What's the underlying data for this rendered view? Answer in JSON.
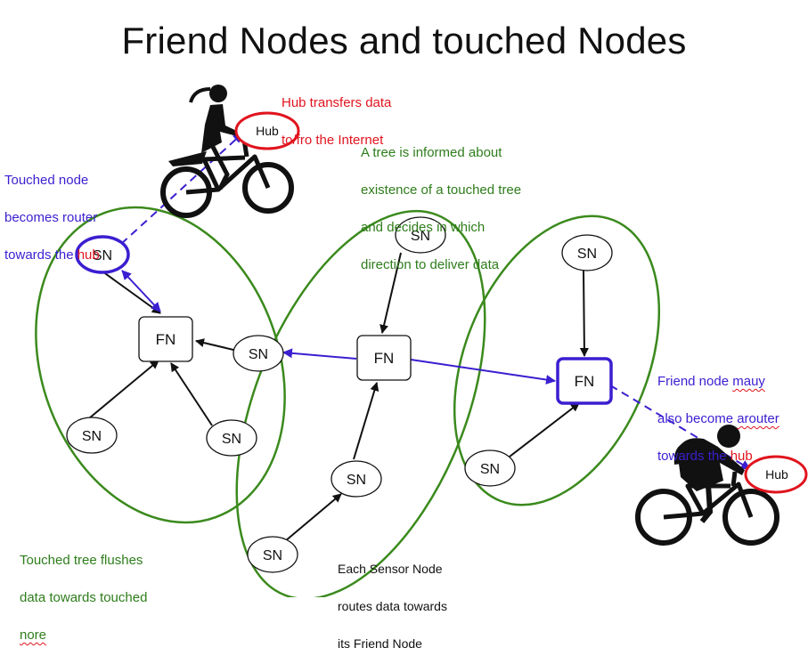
{
  "title": "Friend Nodes and touched Nodes",
  "labels": {
    "hub": "Hub",
    "sensor_node": "SN",
    "friend_node": "FN"
  },
  "notes": {
    "hub_transfers_line1": "Hub transfers data",
    "hub_transfers_line2": "to/fro the Internet",
    "touched_node_line1": "Touched node",
    "touched_node_line2": "becomes router",
    "touched_node_line3_pre": "towards the ",
    "touched_node_line3_hub": "hub",
    "tree_informed_line1": "A tree is informed about",
    "tree_informed_line2": "existence of a touched tree",
    "tree_informed_line3": "and decides in which",
    "tree_informed_line4": "direction to deliver data",
    "friend_node_line1_pre": "Friend node ",
    "friend_node_line1_err": "mauy",
    "friend_node_line2_pre": "also become ",
    "friend_node_line2_err": "arouter",
    "friend_node_line3_pre": "towards the ",
    "friend_node_line3_hub": "hub",
    "flushes_line1": "Touched tree flushes",
    "flushes_line2": "data towards touched",
    "flushes_line3": "nore",
    "each_sensor_line1": "Each Sensor Node",
    "each_sensor_line2": "routes data towards",
    "each_sensor_line3": "its Friend Node"
  },
  "colors": {
    "green": "#2e7d1b",
    "blue": "#3a1fd0",
    "red": "#e0141e",
    "black": "#111111"
  },
  "icons": [
    "bicycle-rider-woman-icon",
    "bicycle-rider-backpack-icon"
  ]
}
